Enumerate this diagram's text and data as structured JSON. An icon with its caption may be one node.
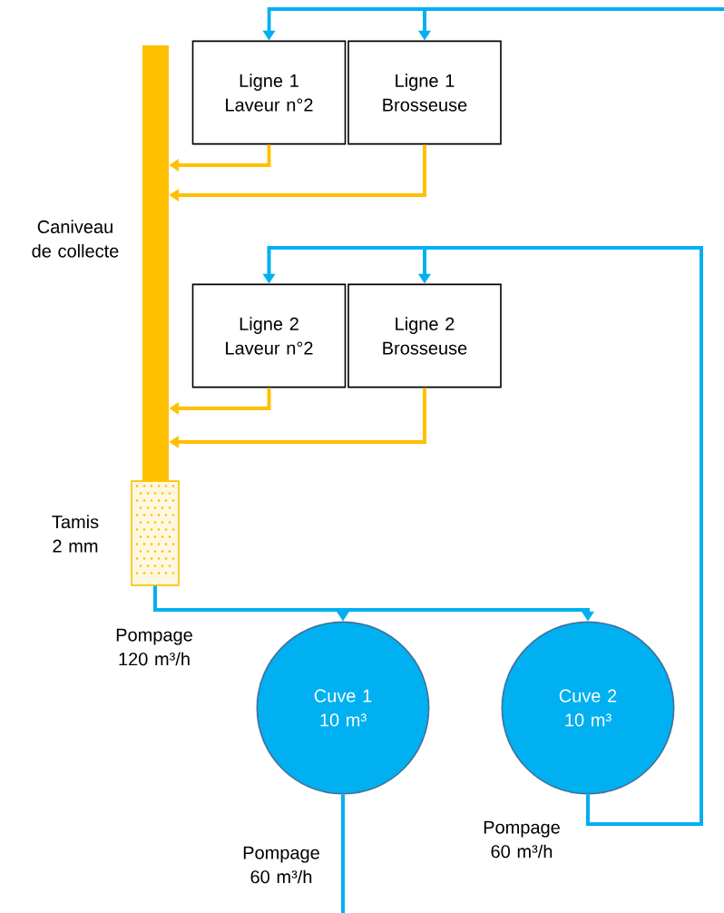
{
  "diagram": {
    "nodes": [
      {
        "text": [
          "Ligne 1 Laveur n°2"
        ]
      },
      {
        "text": [
          "Ligne 1 Brosseuse"
        ]
      },
      {
        "text": [
          "Ligne 2 Laveur n°2"
        ]
      },
      {
        "text": [
          "Ligne 2 Brosseuse"
        ]
      },
      {
        "text": [],
        "shape": "bar",
        "beside": [
          "Caniveau de collecte"
        ]
      },
      {
        "text": [],
        "shape": "box",
        "beside": [
          "Tamis 2 mm"
        ]
      },
      {
        "text": [
          "Cuve 1 10 m³"
        ]
      },
      {
        "text": [
          "Cuve 2 10 m³"
        ]
      }
    ],
    "edges": [
      {
        "from": null,
        "to": 0,
        "arrow": "to"
      },
      {
        "from": null,
        "to": 1,
        "arrow": "to"
      },
      {
        "from": 0,
        "to": 4,
        "arrow": "to",
        "color": "#ffc000"
      },
      {
        "from": 1,
        "to": 4,
        "arrow": "to",
        "color": "#ffc000"
      },
      {
        "from": 2,
        "to": 4,
        "arrow": "to",
        "color": "#ffc000"
      },
      {
        "from": 3,
        "to": 4,
        "arrow": "to",
        "color": "#ffc000"
      },
      {
        "from": 7,
        "to": 2,
        "arrow": "to"
      },
      {
        "from": 7,
        "to": 3,
        "arrow": "to"
      },
      {
        "from": 5,
        "to": 6,
        "arrow": "to"
      },
      {
        "from": 5,
        "to": 7,
        "arrow": "to"
      },
      {
        "from": 6,
        "to": null,
        "arrow": "none"
      }
    ],
    "labels": [
      "Pompage 120 m³/h",
      "Pompage 60 m³/h",
      "Pompage 60 m³/h"
    ]
  }
}
